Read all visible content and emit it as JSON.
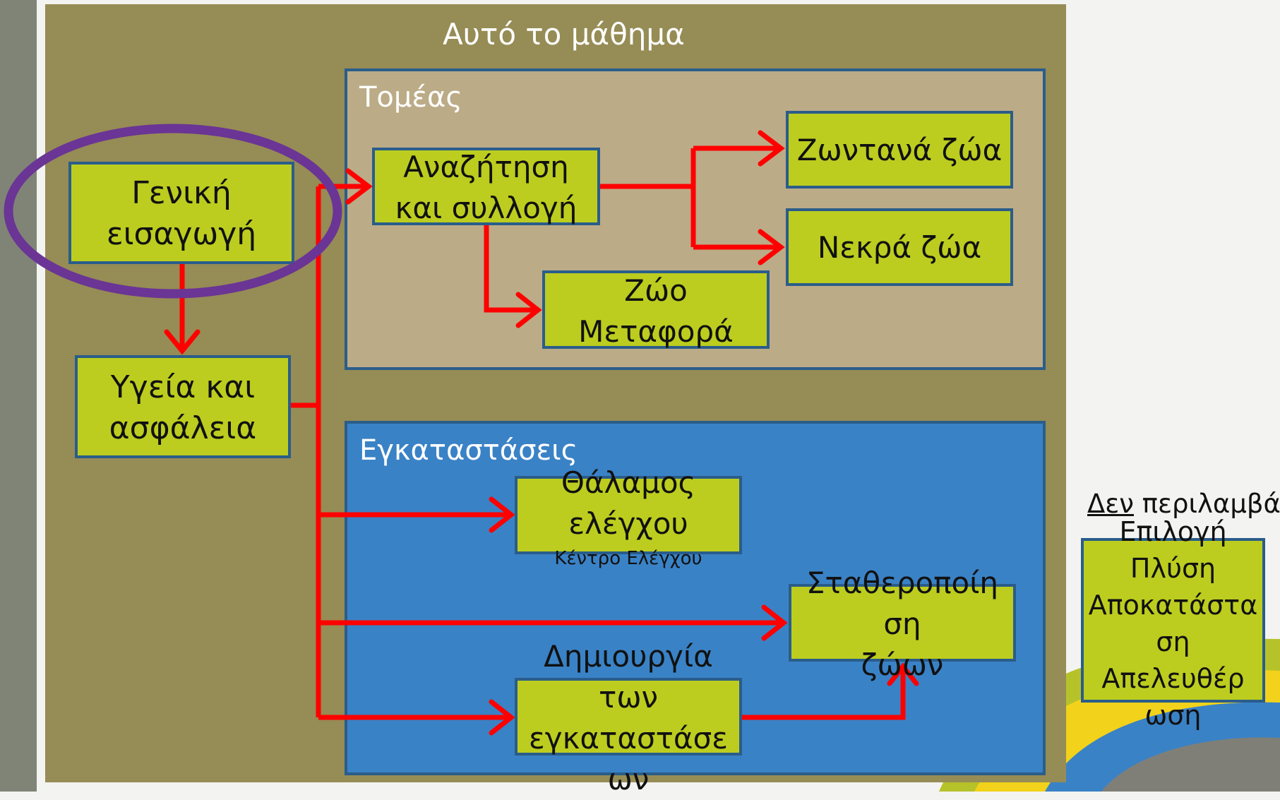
{
  "slide": {
    "title": "Αυτό το μάθημα",
    "colors": {
      "outer_panel": "#968c55",
      "sector_panel": "#bcab87",
      "facilities_panel": "#3a82c6",
      "box_fill": "#bccd1f",
      "box_border": "#2a5d8a",
      "arrow": "#ff0000",
      "highlight_ellipse": "#6a3595"
    }
  },
  "left_boxes": {
    "intro": "Γενική\nεισαγωγή",
    "health": "Υγεία και\nασφάλεια"
  },
  "sector": {
    "title": "Τομέας",
    "search": "Αναζήτηση\nκαι συλλογή",
    "live": "Ζωντανά ζώα",
    "dead": "Νεκρά ζώα",
    "transport": "Ζώο\nΜεταφορά"
  },
  "facilities": {
    "title": "Εγκαταστάσεις",
    "control_room": "Θάλαμος\nελέγχου",
    "control_center": "Κέντρο Ελέγχου",
    "stabilization": "Σταθεροποίη\nση\nζώων",
    "creation": "Δημιουργία\nτων\nεγκαταστάσε\nων"
  },
  "not_included": {
    "label_underlined": "Δεν",
    "label_rest": " περιλαμβάν",
    "options": "Επιλογή\nΠλύση\nΑποκατάστα\nση\nΑπελευθέρ\nωση"
  }
}
